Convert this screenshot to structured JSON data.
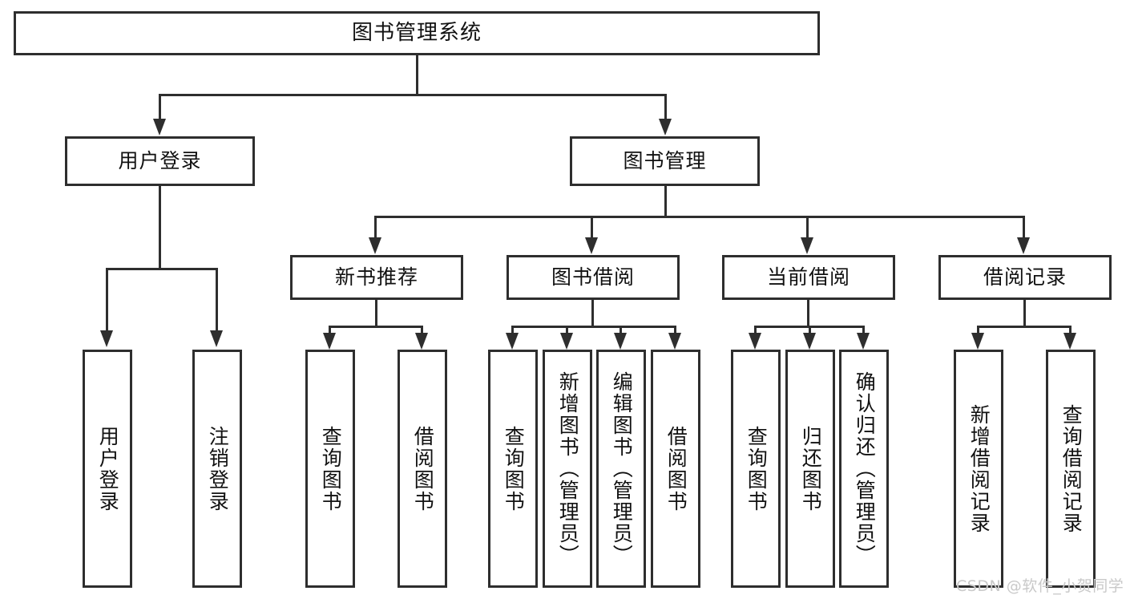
{
  "diagram": {
    "type": "tree-hierarchy",
    "title": "图书管理系统",
    "orientation": "top-down",
    "colors": {
      "stroke": "#2e2e2e",
      "fill": "#ffffff",
      "text": "#111111",
      "watermark": "#c9c9c9"
    },
    "levels": {
      "root": "图书管理系统",
      "level2": [
        "用户登录",
        "图书管理"
      ],
      "level3": [
        "新书推荐",
        "图书借阅",
        "当前借阅",
        "借阅记录"
      ]
    },
    "nodes": {
      "root": {
        "label": "图书管理系统"
      },
      "user_login": {
        "label": "用户登录"
      },
      "book_manage": {
        "label": "图书管理"
      },
      "new_book_rec": {
        "label": "新书推荐"
      },
      "book_borrow": {
        "label": "图书借阅"
      },
      "current_borrow": {
        "label": "当前借阅"
      },
      "borrow_record": {
        "label": "借阅记录"
      }
    },
    "leaves": {
      "user_login": [
        {
          "label": "用户登录"
        },
        {
          "label": "注销登录"
        }
      ],
      "new_book_rec": [
        {
          "label": "查询图书"
        },
        {
          "label": "借阅图书"
        }
      ],
      "book_borrow": [
        {
          "label": "查询图书"
        },
        {
          "label": "新增图书（管理员）"
        },
        {
          "label": "编辑图书（管理员）"
        },
        {
          "label": "借阅图书"
        }
      ],
      "current_borrow": [
        {
          "label": "查询图书"
        },
        {
          "label": "归还图书"
        },
        {
          "label": "确认归还（管理员）"
        }
      ],
      "borrow_record": [
        {
          "label": "新增借阅记录"
        },
        {
          "label": "查询借阅记录"
        }
      ]
    },
    "watermark": "CSDN @软件_小贺同学"
  }
}
